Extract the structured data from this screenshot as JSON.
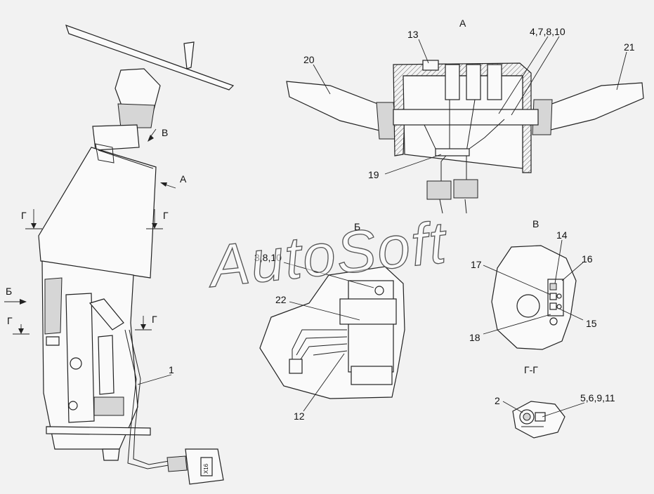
{
  "watermark": "AutoSoft",
  "views": {
    "a": "А",
    "b": "Б",
    "v": "В",
    "g_section": "Г-Г"
  },
  "view_markers": {
    "a": "А",
    "b": "Б",
    "v": "В",
    "g_top_left": "Г",
    "g_top_right": "Г",
    "g_bottom_left": "Г",
    "g_bottom_right": "Г"
  },
  "callouts": {
    "c1": "1",
    "c2": "2",
    "c3_8_10": "3,8,10",
    "c4_7_8_10": "4,7,8,10",
    "c5_6_9_11": "5,6,9,11",
    "c12": "12",
    "c13": "13",
    "c14": "14",
    "c15": "15",
    "c16": "16",
    "c17": "17",
    "c18": "18",
    "c19": "19",
    "c20": "20",
    "c21": "21",
    "c22": "22"
  },
  "connector_label": "X16"
}
